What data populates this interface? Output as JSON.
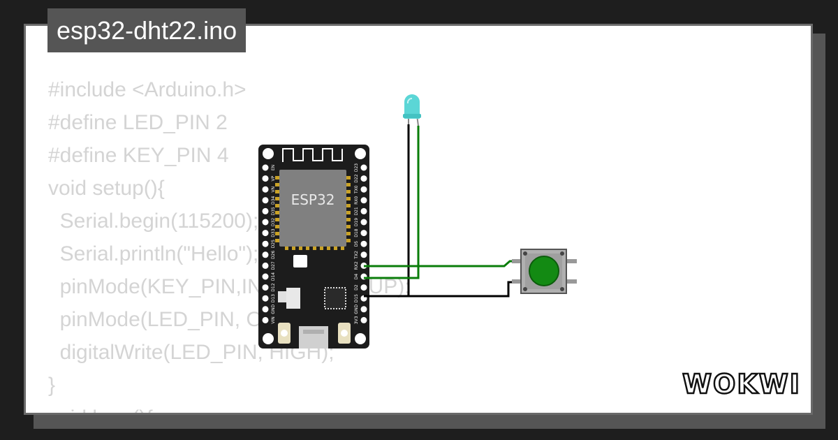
{
  "title": "esp32-dht22.ino",
  "code_lines": [
    "#include <Arduino.h>",
    "#define LED_PIN 2",
    "#define KEY_PIN 4",
    "void setup(){",
    "  Serial.begin(115200);",
    "  Serial.println(\"Hello\");",
    "  pinMode(KEY_PIN,INPUT_PULLUP);",
    "  pinMode(LED_PIN, OUTPUT);",
    "  digitalWrite(LED_PIN, HIGH);",
    "}",
    "void loop(){"
  ],
  "board": {
    "chip_label": "ESP32",
    "left_pins": [
      "EN",
      "VP",
      "VN",
      "D34",
      "D35",
      "D32",
      "D33",
      "D25",
      "D26",
      "D27",
      "D14",
      "D12",
      "D13",
      "GND",
      "VIN"
    ],
    "right_pins": [
      "D23",
      "D22",
      "TX0",
      "RX0",
      "D21",
      "D19",
      "D18",
      "D5",
      "TX2",
      "RX2",
      "D4",
      "D2",
      "D15",
      "GND",
      "3V3"
    ]
  },
  "logo": "WOKWI",
  "colors": {
    "board": "#1c1c1c",
    "chip": "#808080",
    "led": "#5bd6d6",
    "button": "#138a13",
    "wire_green": "#0a7d0a",
    "wire_black": "#000000"
  }
}
